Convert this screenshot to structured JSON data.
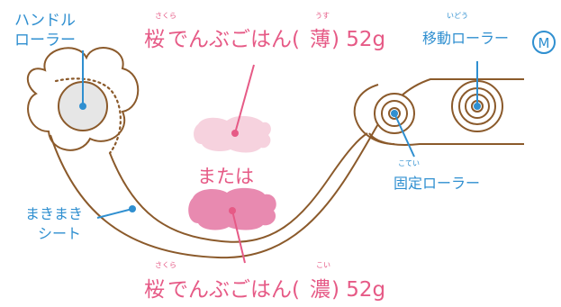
{
  "labels": {
    "handle_roller_line1": "ハンドル",
    "handle_roller_line2": "ローラー",
    "sakura_light": {
      "kanji": "桜",
      "ruby_sakura": "さくら",
      "mid": "でんぶごはん(",
      "thin_kanji": "薄",
      "ruby_usu": "うす",
      "tail": ") 52g"
    },
    "moving_roller": {
      "ruby_ido": "いどう",
      "text": "移動ローラー",
      "badge": "M"
    },
    "or_text": "または",
    "fixed_roller": {
      "ruby_kotei": "こてい",
      "text": "固定ローラー"
    },
    "makimaki_line1": "まきまき",
    "makimaki_line2": "シート",
    "sakura_dark": {
      "kanji": "桜",
      "ruby_sakura": "さくら",
      "mid": "でんぶごはん(",
      "thick_kanji": "濃",
      "ruby_koi": "こい",
      "tail": ") 52g"
    }
  },
  "colors": {
    "brown": "#8b5a2b",
    "blue": "#2f8fd0",
    "pink": "#e65a86",
    "light_pink": "#f6d2de",
    "dark_pink": "#e88ab0",
    "roller_gray": "#e6e6e6"
  }
}
